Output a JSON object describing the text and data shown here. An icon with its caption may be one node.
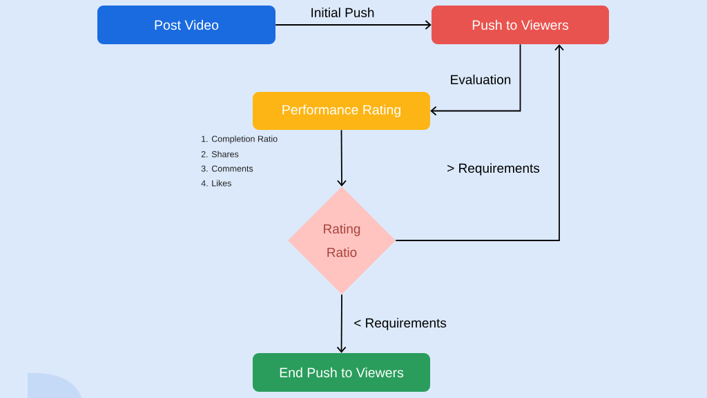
{
  "diagram": {
    "nodes": [
      {
        "text": [
          "Post Video"
        ]
      },
      {
        "text": [
          "Push to Viewers"
        ]
      },
      {
        "text": [
          "Performance Rating"
        ],
        "beside": [
          "1. Completion Ratio",
          "2. Shares",
          "3. Comments",
          "4. Likes"
        ]
      },
      {
        "text": [
          "Rating Ratio"
        ]
      },
      {
        "text": [
          "End Push to Viewers"
        ]
      }
    ],
    "edges": [
      {
        "from": 0,
        "to": 1,
        "arrow": "to",
        "label": "Initial Push"
      },
      {
        "from": 1,
        "to": 2,
        "arrow": "to",
        "label": "Evaluation"
      },
      {
        "from": 2,
        "to": 3,
        "arrow": "to"
      },
      {
        "from": 3,
        "to": 1,
        "arrow": "to",
        "label": "> Requirements"
      },
      {
        "from": 3,
        "to": 4,
        "arrow": "to",
        "label": "< Requirements"
      }
    ]
  }
}
